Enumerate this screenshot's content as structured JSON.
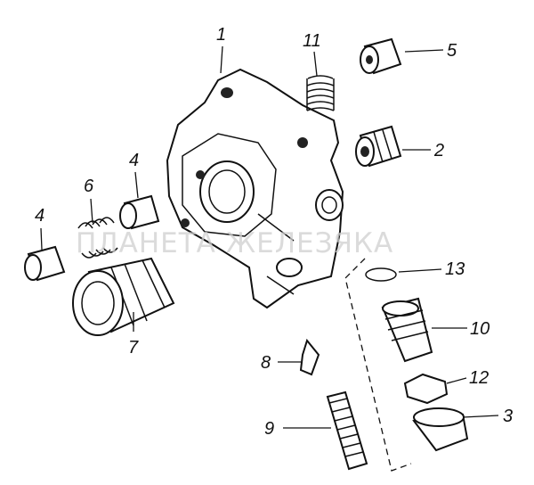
{
  "watermark": "ПЛАНЕТА ЖЕЛЕЗЯКА",
  "callouts": {
    "housing": "1",
    "spring_top": "11",
    "plug_top": "5",
    "plug_right": "2",
    "plug_mid": "4",
    "spring_left": "6",
    "plug_left": "4",
    "sleeve": "7",
    "seal_ring": "13",
    "fitting": "10",
    "valve_tip": "8",
    "nut": "12",
    "stud": "9",
    "cap": "3"
  }
}
